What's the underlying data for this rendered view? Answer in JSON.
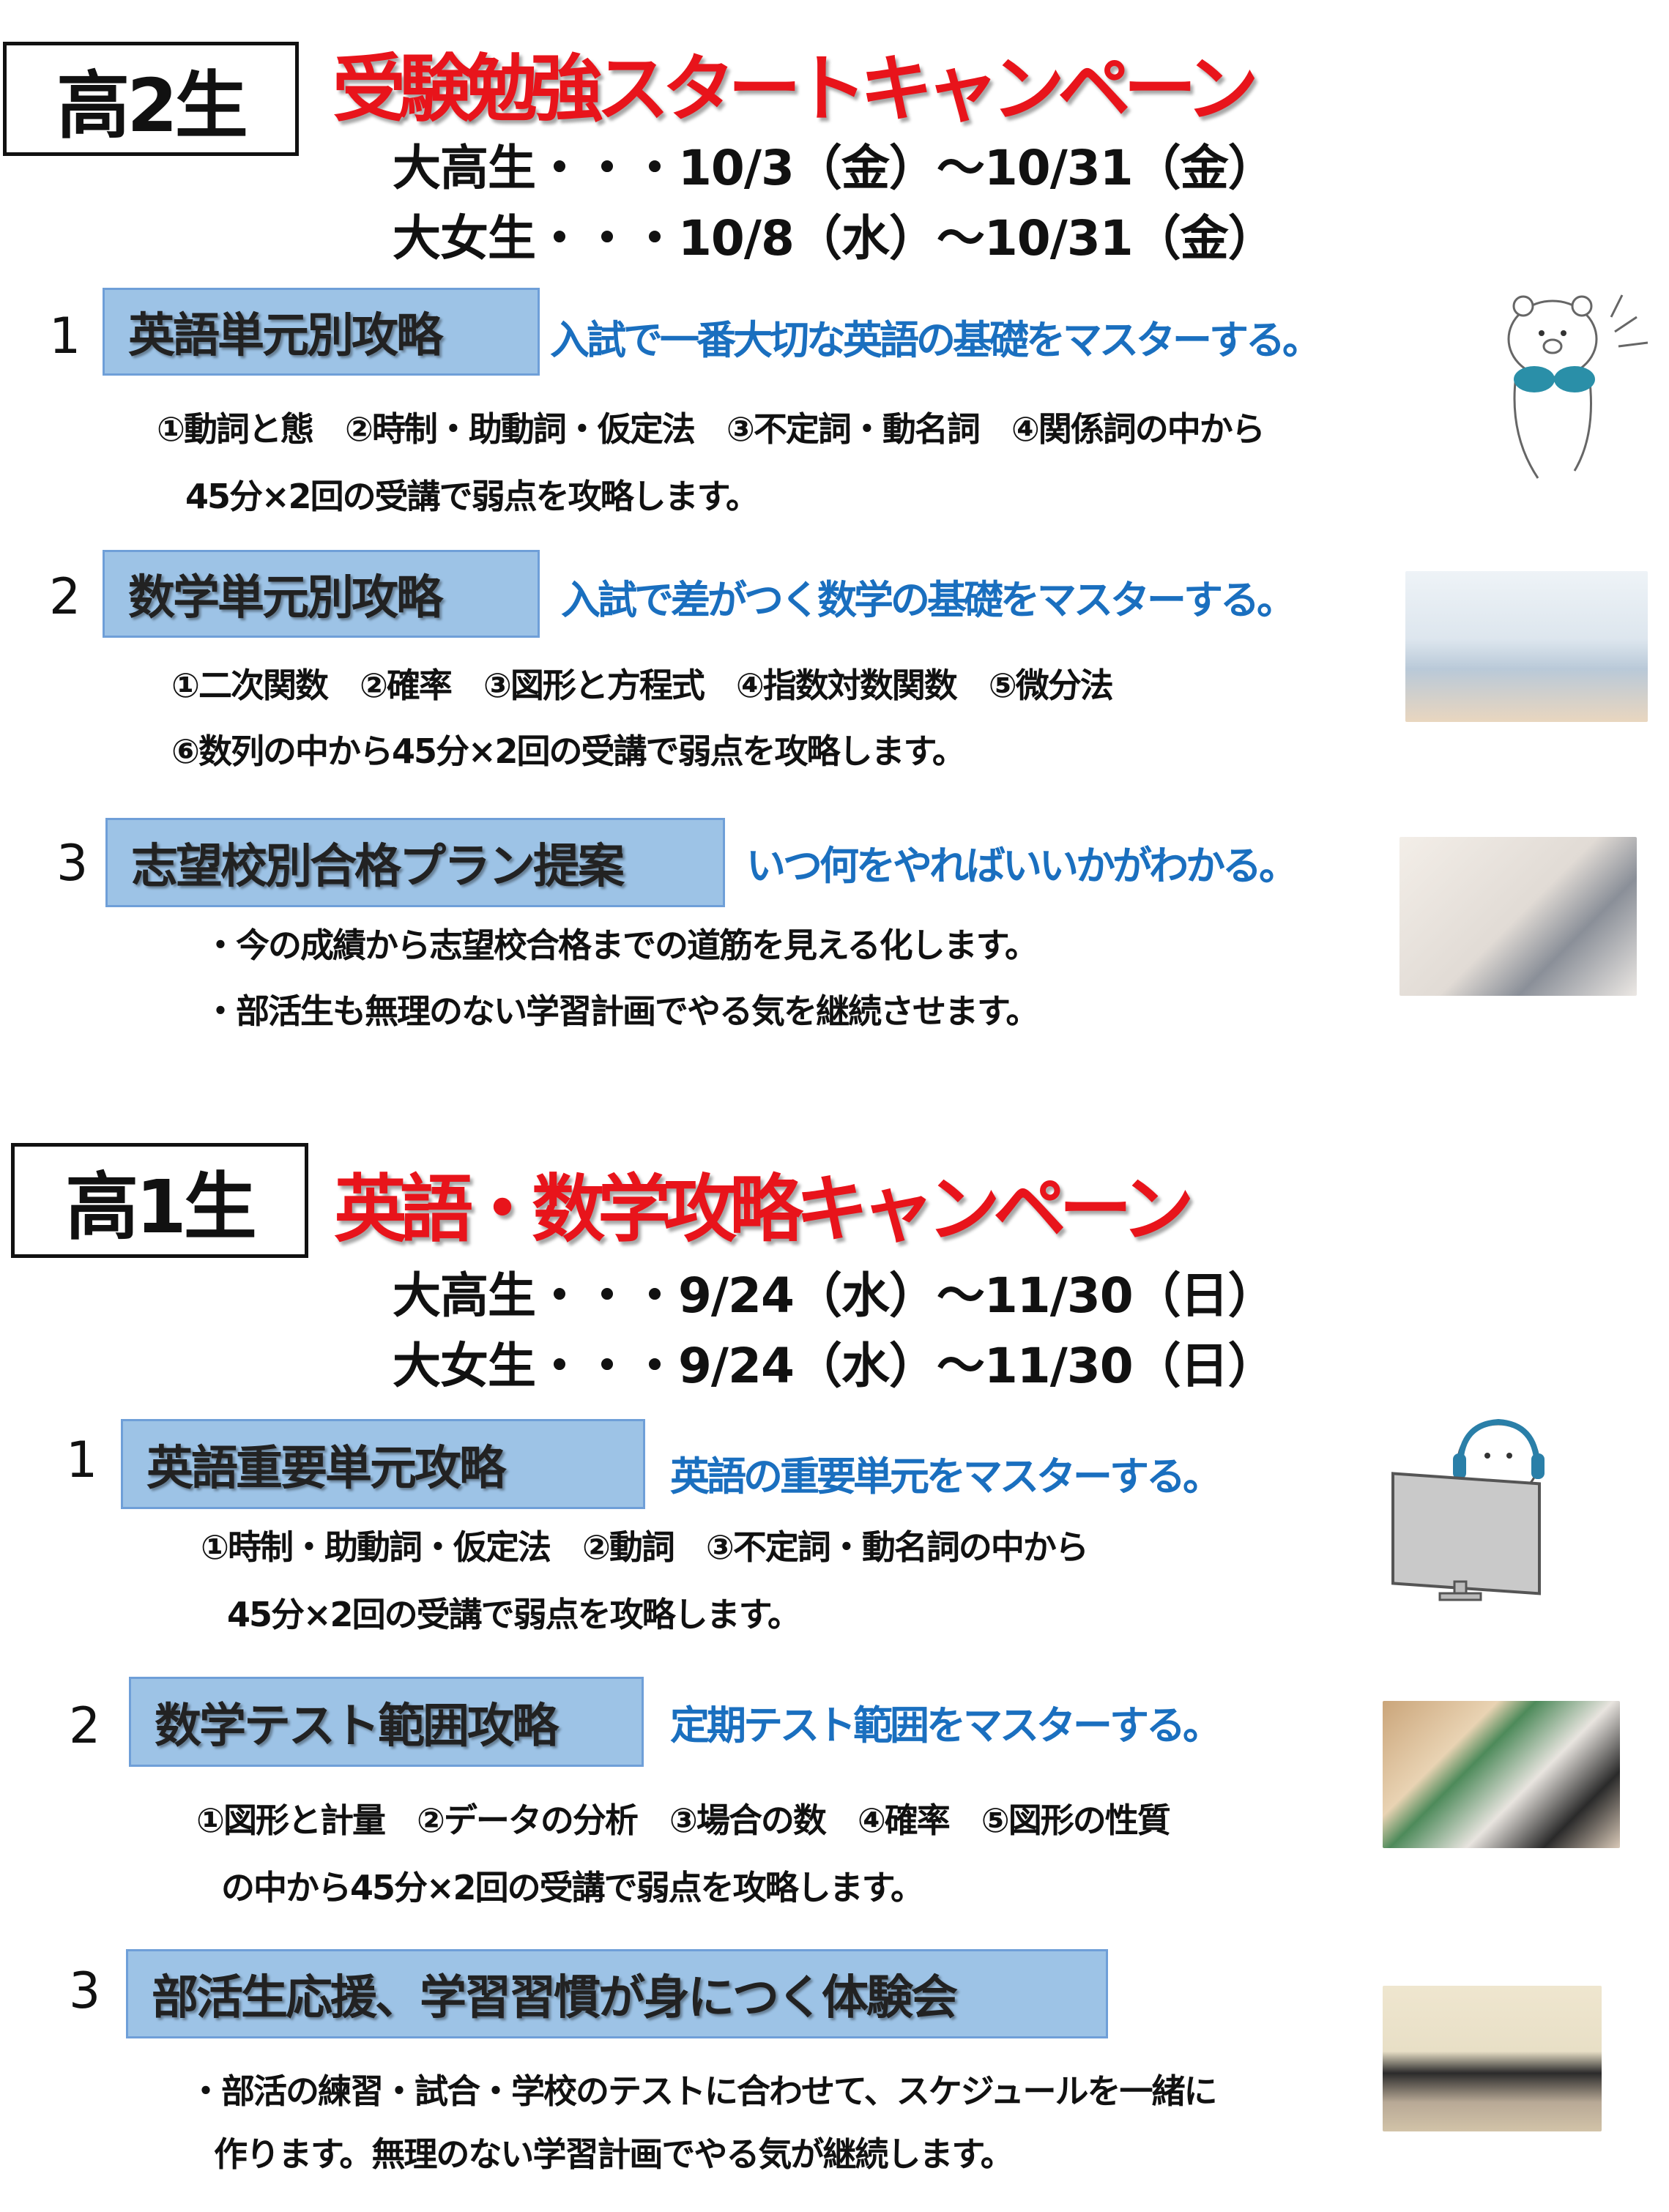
{
  "year2": {
    "grade": "高2生",
    "title": "受験勉強スタートキャンペーン",
    "dates": [
      "大高生・・・10/3（金）～10/31（金）",
      "大女生・・・10/8（水）～10/31（金）"
    ],
    "items": [
      {
        "num": "1",
        "label": "英語単元別攻略",
        "tagline": "入試で一番大切な英語の基礎をマスターする。",
        "details": [
          "①動詞と態　②時制・助動詞・仮定法　③不定詞・動名詞　④関係詞の中から",
          "45分×2回の受講で弱点を攻略します。"
        ]
      },
      {
        "num": "2",
        "label": "数学単元別攻略",
        "tagline": "入試で差がつく数学の基礎をマスターする。",
        "details": [
          "①二次関数　②確率　③図形と方程式　④指数対数関数　⑤微分法",
          "⑥数列の中から45分×2回の受講で弱点を攻略します。"
        ]
      },
      {
        "num": "3",
        "label": "志望校別合格プラン提案",
        "tagline": "いつ何をやればいいかがわかる。",
        "details": [
          "・今の成績から志望校合格までの道筋を見える化します。",
          "・部活生も無理のない学習計画でやる気を継続させます。"
        ]
      }
    ]
  },
  "year1": {
    "grade": "高1生",
    "title": "英語・数学攻略キャンペーン",
    "dates": [
      "大高生・・・9/24（水）～11/30（日）",
      "大女生・・・9/24（水）～11/30（日）"
    ],
    "items": [
      {
        "num": "1",
        "label": "英語重要単元攻略",
        "tagline": "英語の重要単元をマスターする。",
        "details": [
          "①時制・助動詞・仮定法　②動詞　③不定詞・動名詞の中から",
          "45分×2回の受講で弱点を攻略します。"
        ]
      },
      {
        "num": "2",
        "label": "数学テスト範囲攻略",
        "tagline": "定期テスト範囲をマスターする。",
        "details": [
          "①図形と計量　②データの分析　③場合の数　④確率　⑤図形の性質",
          "の中から45分×2回の受講で弱点を攻略します。"
        ]
      },
      {
        "num": "3",
        "label": "部活生応援、学習習慣が身につく体験会",
        "tagline": "",
        "details": [
          "・部活の練習・試合・学校のテストに合わせて、スケジュールを一緒に",
          "作ります。無理のない学習計画でやる気が継続します。"
        ]
      }
    ]
  },
  "colors": {
    "title": "#e8141b",
    "tagline": "#1a6fbf",
    "label_bg": "#9dc3e6"
  }
}
